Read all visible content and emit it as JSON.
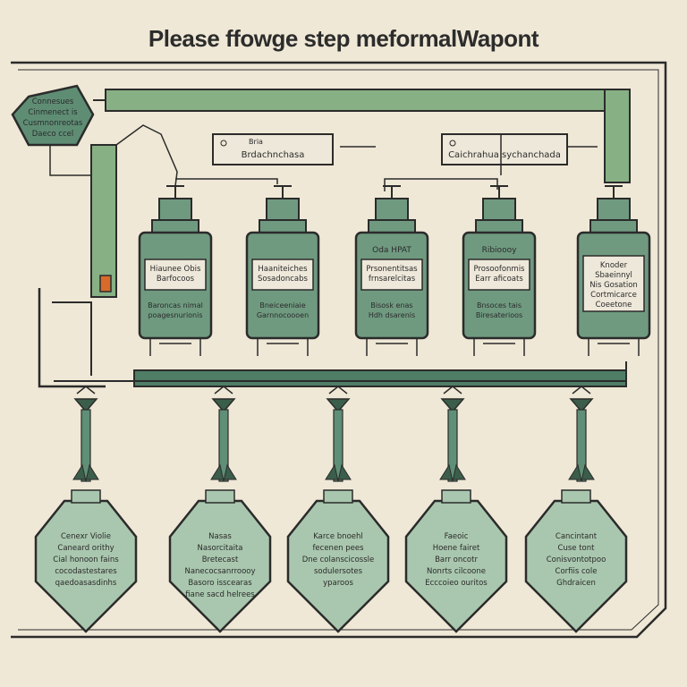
{
  "title": "Please ffowge step meformalWapont",
  "colors": {
    "background": "#efe8d6",
    "green_fill": "#6f9a80",
    "green_dark": "#3b5e4b",
    "green_pale": "#a9c7ae",
    "bar_green": "#87b184",
    "label_bg": "#eee8da",
    "ink": "#2b2b2b",
    "accent_orange": "#d86a2a"
  },
  "hexagon": {
    "lines": [
      "Connesues",
      "Cinmenect is",
      "Cusmnonreotas",
      "Daeco ccel"
    ]
  },
  "header_boxes": [
    {
      "tag": "Bria",
      "text": "Brdachnchasa"
    },
    {
      "tag": "",
      "text": "Caichrahua sychanchada"
    }
  ],
  "bottles": [
    {
      "top": "",
      "label": [
        "Hiaunee Obis",
        "Barfocoos"
      ],
      "sub": [
        "Baroncas nimal",
        "poagesnurionis"
      ]
    },
    {
      "top": "",
      "label": [
        "Haaniteiches",
        "Sosadoncabs"
      ],
      "sub": [
        "Bneiceeniaie",
        "Garnnocoooen"
      ]
    },
    {
      "top": "Oda HPAT",
      "label": [
        "Prsonentitsas",
        "frnsarelcitas"
      ],
      "sub": [
        "Bisosk enas",
        "Hdh dsarenis"
      ]
    },
    {
      "top": "Ribioooy",
      "label": [
        "Prosoofonmis",
        "Earr aficoats"
      ],
      "sub": [
        "Bnsoces tais",
        "Biresaterioos"
      ]
    },
    {
      "top": "",
      "label": [
        "Knoder",
        "Sbaeinnyl",
        "Nis Gosation",
        "Cortmicarce",
        "Coeetone"
      ],
      "sub": []
    }
  ],
  "shields": [
    {
      "lines": [
        "Cenexr Violie",
        "Caneard orithy",
        "Cial honoon fains",
        "cocodastestares",
        "qaedoasasdinhs"
      ]
    },
    {
      "lines": [
        "Nasas",
        "Nasorcitaita",
        "Bretecast",
        "Nanecocsanrroooy",
        "Basoro isscearas",
        "fiane sacd helrees"
      ]
    },
    {
      "lines": [
        "Karce bnoehl",
        "fecenen pees",
        "Dne colanscicossle",
        "sodulersotes",
        "yparoos"
      ]
    },
    {
      "lines": [
        "Faeoic",
        "Hoene fairet",
        "Barr oncotr",
        "Nonrts cilcoone",
        "Ecccoieo ouritos"
      ]
    },
    {
      "lines": [
        "Cancintant",
        "Cuse tont",
        "Conisvontotpoo",
        "Corfiis cole",
        "Ghdraicen"
      ]
    }
  ]
}
